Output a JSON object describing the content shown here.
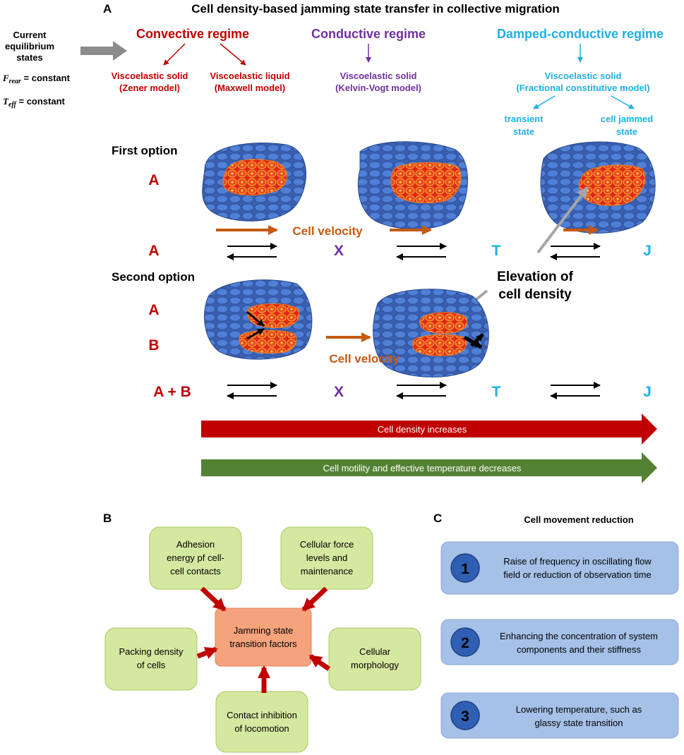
{
  "panel_a": {
    "letter": "A",
    "title": "Cell density-based jamming state transfer in collective migration",
    "current_states": [
      "Current",
      "equilibrium",
      "states"
    ],
    "f_rear": {
      "symbol": "F",
      "subscript": "rear",
      "text": " = constant"
    },
    "t_eff": {
      "symbol": "T",
      "subscript": "eff",
      "text": " = constant"
    },
    "regimes": {
      "convective": {
        "label": "Convective regime",
        "color": "#c00000",
        "sub1": [
          "Viscoelastic solid",
          "(Zener model)"
        ],
        "sub2": [
          "Viscoelastic liquid",
          "(Maxwell model)"
        ]
      },
      "conductive": {
        "label": "Conductive regime",
        "color": "#7030a0",
        "sub": [
          "Viscoelastic solid",
          "(Kelvin-Vogt model)"
        ]
      },
      "damped": {
        "label": "Damped-conductive regime",
        "color": "#1fb0e6",
        "sub": [
          "Viscoelastic solid",
          "(Fractional constitutive model)"
        ],
        "transient": [
          "transient",
          "state"
        ],
        "jammed": [
          "cell jammed",
          "state"
        ]
      }
    },
    "first_option": {
      "label": "First option",
      "cluster": "A",
      "velocity": "Cell velocity",
      "states": [
        "A",
        "X",
        "T",
        "J"
      ]
    },
    "second_option": {
      "label": "Second option",
      "cluster_a": "A",
      "cluster_b": "B",
      "velocity": "Cell velocity",
      "states": [
        "A + B",
        "X",
        "T",
        "J"
      ]
    },
    "elevation": [
      "Elevation of",
      "cell density"
    ],
    "arrow_density": {
      "label": "Cell density increases",
      "color": "#c00000"
    },
    "arrow_motility": {
      "label": "Cell motility and effective temperature decreases",
      "color": "#548235"
    },
    "state_colors": {
      "A": "#c00000",
      "X": "#7030a0",
      "T": "#1fb0e6",
      "J": "#1fb0e6"
    },
    "cell_colors": {
      "outer": "#4472c4",
      "inner": "#e8281c",
      "nucleus": "#f0a030"
    }
  },
  "panel_b": {
    "letter": "B",
    "center": [
      "Jamming state",
      "transition factors"
    ],
    "factors": {
      "adhesion": [
        "Adhesion",
        "energy pf cell-",
        "cell contacts"
      ],
      "force": [
        "Cellular force",
        "levels and",
        "maintenance"
      ],
      "packing": [
        "Packing density",
        "of cells"
      ],
      "morphology": [
        "Cellular",
        "morphology"
      ],
      "inhibition": [
        "Contact inhibition",
        "of locomotion"
      ]
    },
    "box_color": "#d5e8a0",
    "center_color": "#f4a37c",
    "arrow_color": "#c00000"
  },
  "panel_c": {
    "letter": "C",
    "title": "Cell movement reduction",
    "items": [
      {
        "num": "1",
        "lines": [
          "Raise of frequency in oscillating flow",
          "field or reduction of observation time"
        ]
      },
      {
        "num": "2",
        "lines": [
          "Enhancing the concentration of system",
          "components and their stiffness"
        ]
      },
      {
        "num": "3",
        "lines": [
          "Lowering temperature, such as",
          "glassy state transition"
        ]
      }
    ],
    "box_color": "#a6c1e8",
    "circle_color": "#2f5fb3"
  }
}
